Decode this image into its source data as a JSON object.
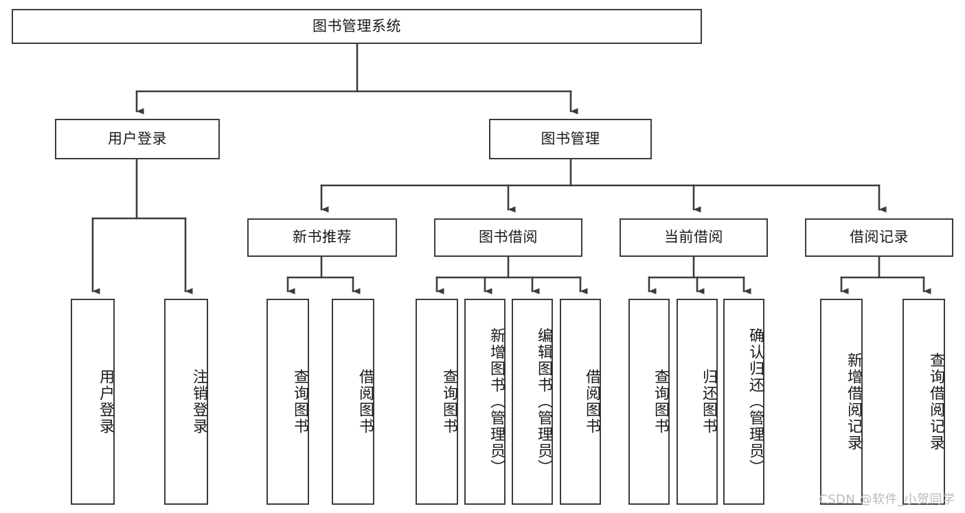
{
  "diagram": {
    "title": "图书管理系统",
    "type": "tree-hierarchy",
    "root": {
      "label": "图书管理系统"
    },
    "level2": [
      {
        "label": "用户登录"
      },
      {
        "label": "图书管理"
      }
    ],
    "level3": [
      {
        "label": "新书推荐"
      },
      {
        "label": "图书借阅"
      },
      {
        "label": "当前借阅"
      },
      {
        "label": "借阅记录"
      }
    ],
    "leaves": {
      "user_login": [
        {
          "label": "用户登录"
        },
        {
          "label": "注销登录"
        }
      ],
      "new_book_recommend": [
        {
          "label": "查询图书"
        },
        {
          "label": "借阅图书"
        }
      ],
      "book_borrow": [
        {
          "label": "查询图书"
        },
        {
          "label": "新增图书（管理员）"
        },
        {
          "label": "编辑图书（管理员）"
        },
        {
          "label": "借阅图书"
        }
      ],
      "current_borrow": [
        {
          "label": "查询图书"
        },
        {
          "label": "归还图书"
        },
        {
          "label": "确认归还（管理员）"
        }
      ],
      "borrow_record": [
        {
          "label": "新增借阅记录"
        },
        {
          "label": "查询借阅记录"
        }
      ]
    }
  },
  "watermark": {
    "text": "CSDN @软件_小贺同学"
  },
  "colors": {
    "background": "#ffffff",
    "box_border": "#3b3b3b",
    "box_fill": "#ffffff",
    "text": "#1a1a1a",
    "connector": "#3b3b3b",
    "watermark": "#b9b9b9"
  }
}
